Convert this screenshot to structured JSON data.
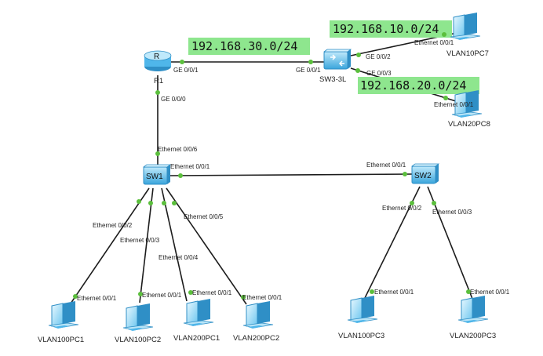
{
  "networks": {
    "net30": "192.168.30.0/24",
    "net10": "192.168.10.0/24",
    "net20": "192.168.20.0/24"
  },
  "devices": {
    "r1": "R1",
    "sw33l": "SW3-3L",
    "sw1": "SW1",
    "sw2": "SW2",
    "pc_vlan10pc7": "VLAN10PC7",
    "pc_vlan20pc8": "VLAN20PC8",
    "pc_vlan100pc1": "VLAN100PC1",
    "pc_vlan100pc2": "VLAN100PC2",
    "pc_vlan200pc1": "VLAN200PC1",
    "pc_vlan200pc2": "VLAN200PC2",
    "pc_vlan100pc3": "VLAN100PC3",
    "pc_vlan200pc3": "VLAN200PC3"
  },
  "ports": {
    "r1_ge001": "GE 0/0/1",
    "r1_ge000": "GE 0/0/0",
    "sw33l_ge001": "GE 0/0/1",
    "sw33l_ge002": "GE 0/0/2",
    "sw33l_ge003": "GE 0/0/3",
    "pc7_eth001": "Ethernet 0/0/1",
    "pc8_eth001": "Ethernet 0/0/1",
    "sw1_eth006": "Ethernet 0/0/6",
    "sw1_eth001": "Ethernet 0/0/1",
    "sw1_eth002": "Ethernet 0/0/2",
    "sw1_eth003": "Ethernet 0/0/3",
    "sw1_eth004": "Ethernet 0/0/4",
    "sw1_eth005": "Ethernet 0/0/5",
    "sw2_eth001": "Ethernet 0/0/1",
    "sw2_eth002": "Ethernet 0/0/2",
    "sw2_eth003": "Ethernet 0/0/3",
    "pc1_eth001": "Ethernet 0/0/1",
    "pc2_eth001": "Ethernet 0/0/1",
    "pc3_eth001": "Ethernet 0/0/1",
    "pc4_eth001": "Ethernet 0/0/1",
    "pc5_eth001": "Ethernet 0/0/1",
    "pc6_eth001": "Ethernet 0/0/1"
  },
  "colors": {
    "link": "#1c1c1c",
    "port_dot": "#5bbf3c",
    "network_label_bg": "#8ee68e",
    "device_blue": "#4fb6ea"
  }
}
